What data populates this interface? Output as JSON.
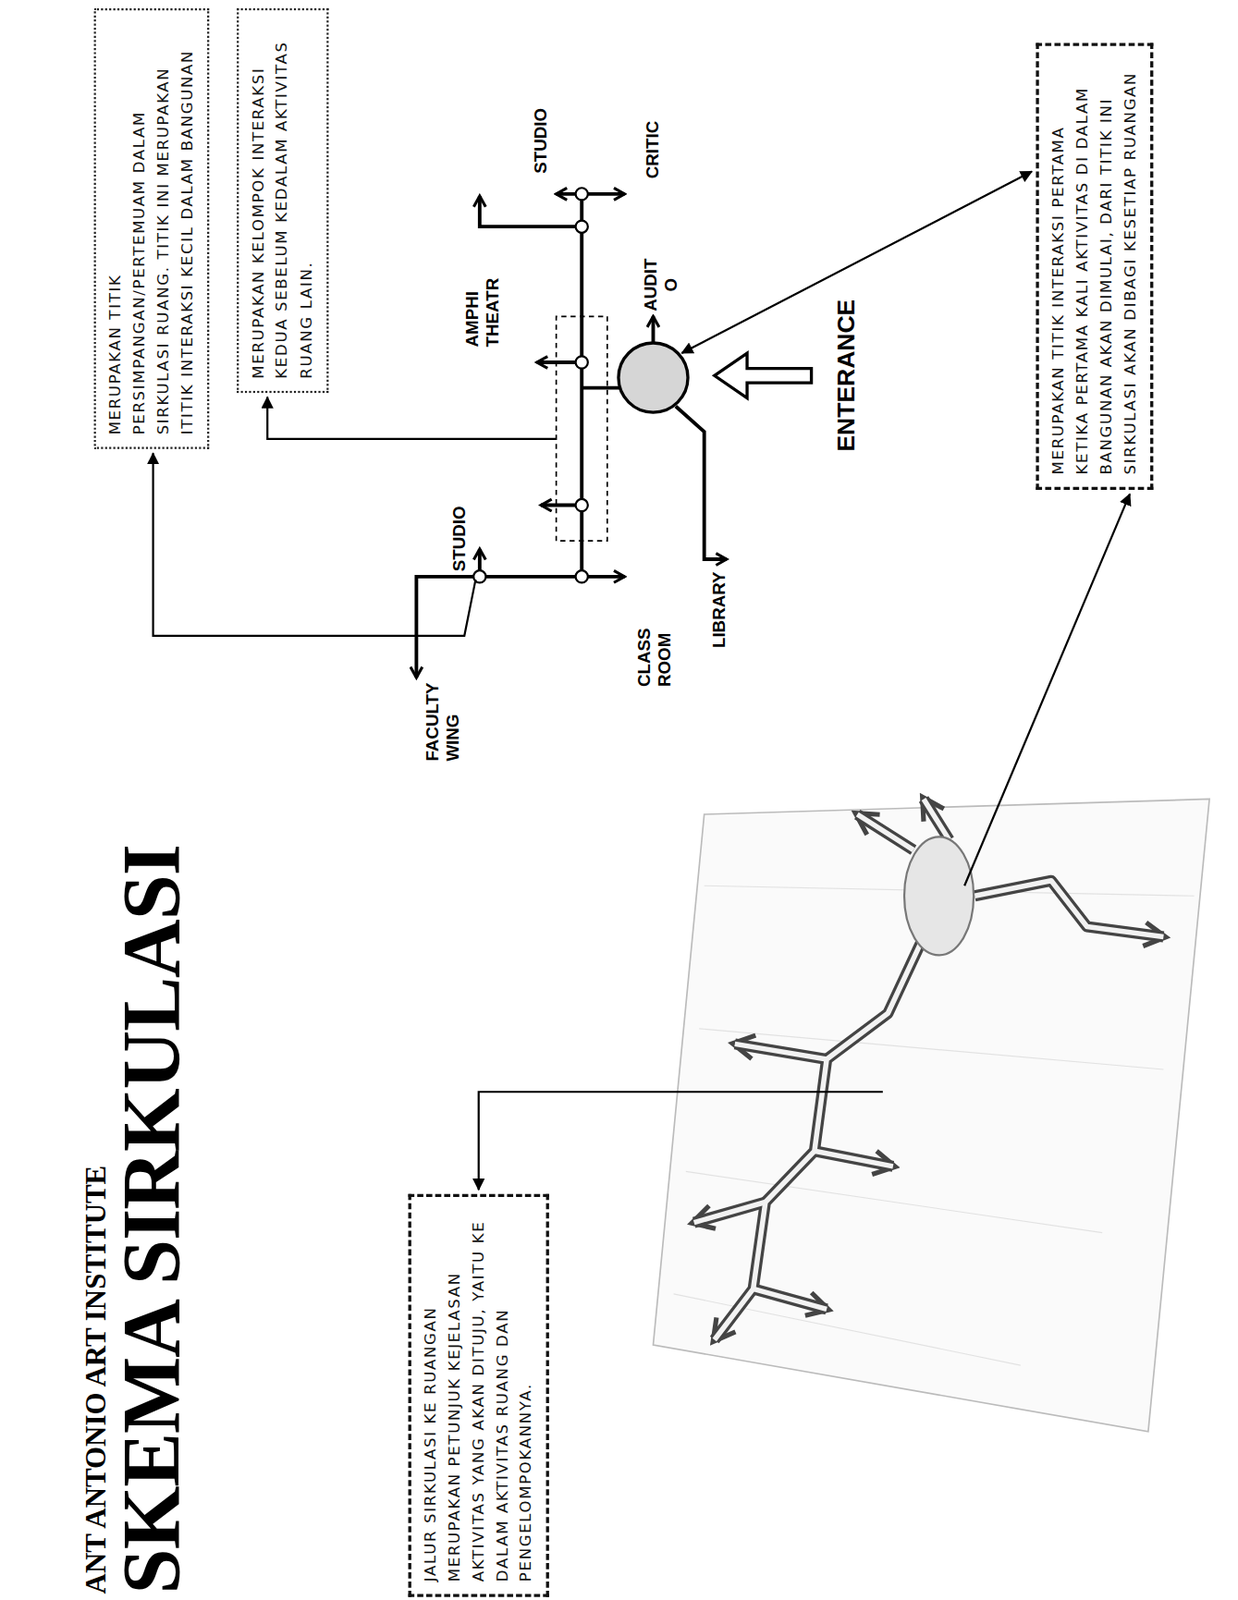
{
  "diagram": {
    "title": "SKEMA SIRKULASI",
    "nodes": [
      {
        "text": [
          "MERUPAKAN TITIK PERSIMPANGAN/PERTEMUAM DALAM SIRKULASI RUANG. TITIK INI MERUPAKAN ITITIK INTERAKSI KECIL DALAM BANGUNAN"
        ]
      },
      {
        "text": [
          "MERUPAKAN KELOMPOK INTERAKSI KEDUA SEBELUM KEDALAM AKTIVITAS RUANG LAIN."
        ]
      },
      {
        "text": [
          "JALUR SIRKULASI KE RUANGAN MERUPAKAN PETUNJUK KEJELASAN AKTIVITAS YANG AKAN DITUJU, YAITU KE DALAM AKTIVITAS RUANG DAN PENGELOMPOKANNYA."
        ]
      },
      {
        "text": [
          "MERUPAKAN TITIK INTERAKSI PERTAMA KETIKA PERTAMA KALI AKTIVITAS DI DALAM BANGUNAN AKAN DIMULAI, DARI TITIK INI SIRKULASI AKAN DIBAGI KESETIAP RUANGAN"
        ]
      }
    ],
    "labels": [
      "ANT ANTONIO ART INSTITUTE",
      "STUDIO",
      "CRITIC",
      "AMPHI THEATR",
      "AUDIT O",
      "ENTERANCE",
      "STUDIO",
      "FACULTY WING",
      "CLASS ROOM",
      "LIBRARY"
    ]
  }
}
